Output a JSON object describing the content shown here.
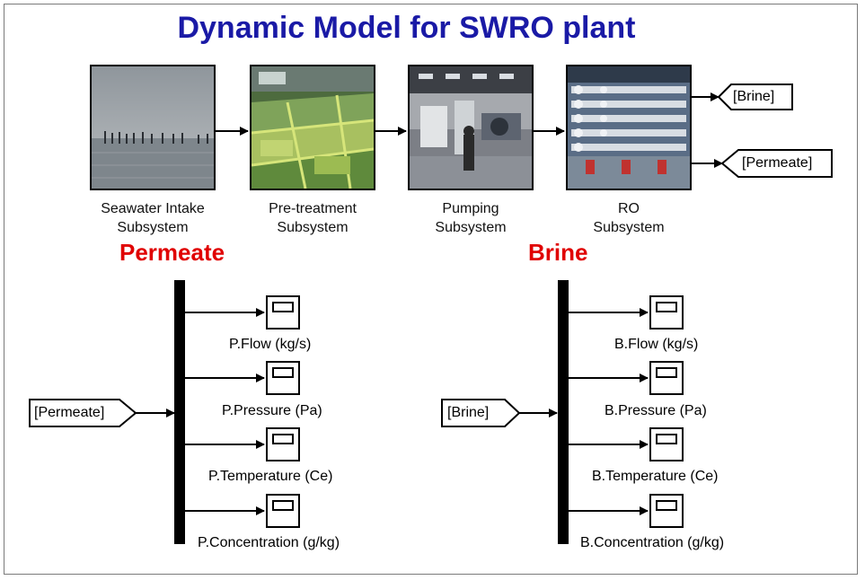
{
  "title": "Dynamic Model for SWRO plant",
  "subsystems": [
    {
      "line1": "Seawater Intake",
      "line2": "Subsystem",
      "icon": "seawater-intake-photo"
    },
    {
      "line1": "Pre-treatment",
      "line2": "Subsystem",
      "icon": "pretreatment-tanks-photo"
    },
    {
      "line1": "Pumping",
      "line2": "Subsystem",
      "icon": "pumping-station-photo"
    },
    {
      "line1": "RO",
      "line2": "Subsystem",
      "icon": "ro-membrane-racks-photo"
    }
  ],
  "goto_tags": {
    "brine": "[Brine]",
    "permeate": "[Permeate]"
  },
  "permeate": {
    "heading": "Permeate",
    "from_tag": "[Permeate]",
    "signals": [
      "P.Flow (kg/s)",
      "P.Pressure (Pa)",
      "P.Temperature (Ce)",
      "P.Concentration (g/kg)"
    ]
  },
  "brine": {
    "heading": "Brine",
    "from_tag": "[Brine]",
    "signals": [
      "B.Flow (kg/s)",
      "B.Pressure (Pa)",
      "B.Temperature (Ce)",
      "B.Concentration (g/kg)"
    ]
  },
  "colors": {
    "title": "#1a1aa6",
    "heading": "#e00000",
    "line": "#000000"
  }
}
